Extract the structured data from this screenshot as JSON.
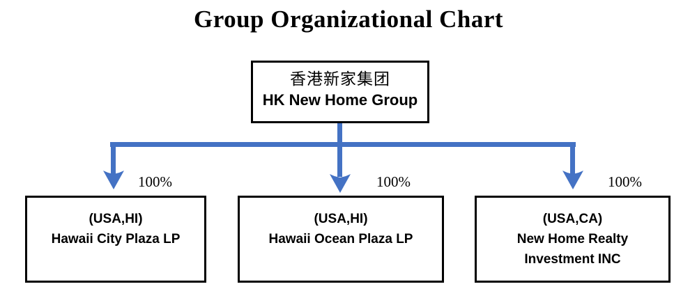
{
  "title": "Group Organizational Chart",
  "colors": {
    "connector": "#4472C4",
    "box_border": "#000000",
    "text": "#000000",
    "background": "#FFFFFF"
  },
  "root_node": {
    "name_cn": "香港新家集团",
    "name_en": "HK New Home Group"
  },
  "children": [
    {
      "location": "(USA,HI)",
      "name": "Hawaii City Plaza LP",
      "name_line2": "",
      "ownership": "100%"
    },
    {
      "location": "(USA,HI)",
      "name": "Hawaii Ocean Plaza LP",
      "name_line2": "",
      "ownership": "100%"
    },
    {
      "location": "(USA,CA)",
      "name": "New Home Realty",
      "name_line2": "Investment INC",
      "ownership": "100%"
    }
  ],
  "chart_data": {
    "type": "diagram",
    "diagram_type": "organizational-chart",
    "title": "Group Organizational Chart",
    "nodes": [
      {
        "id": "root",
        "label_cn": "香港新家集团",
        "label_en": "HK New Home Group",
        "level": 0
      },
      {
        "id": "child-0",
        "label_location": "(USA,HI)",
        "label_name": "Hawaii City Plaza LP",
        "level": 1
      },
      {
        "id": "child-1",
        "label_location": "(USA,HI)",
        "label_name": "Hawaii Ocean Plaza LP",
        "level": 1
      },
      {
        "id": "child-2",
        "label_location": "(USA,CA)",
        "label_name": "New Home Realty Investment INC",
        "level": 1
      }
    ],
    "edges": [
      {
        "from": "root",
        "to": "child-0",
        "label": "100%"
      },
      {
        "from": "root",
        "to": "child-1",
        "label": "100%"
      },
      {
        "from": "root",
        "to": "child-2",
        "label": "100%"
      }
    ]
  }
}
